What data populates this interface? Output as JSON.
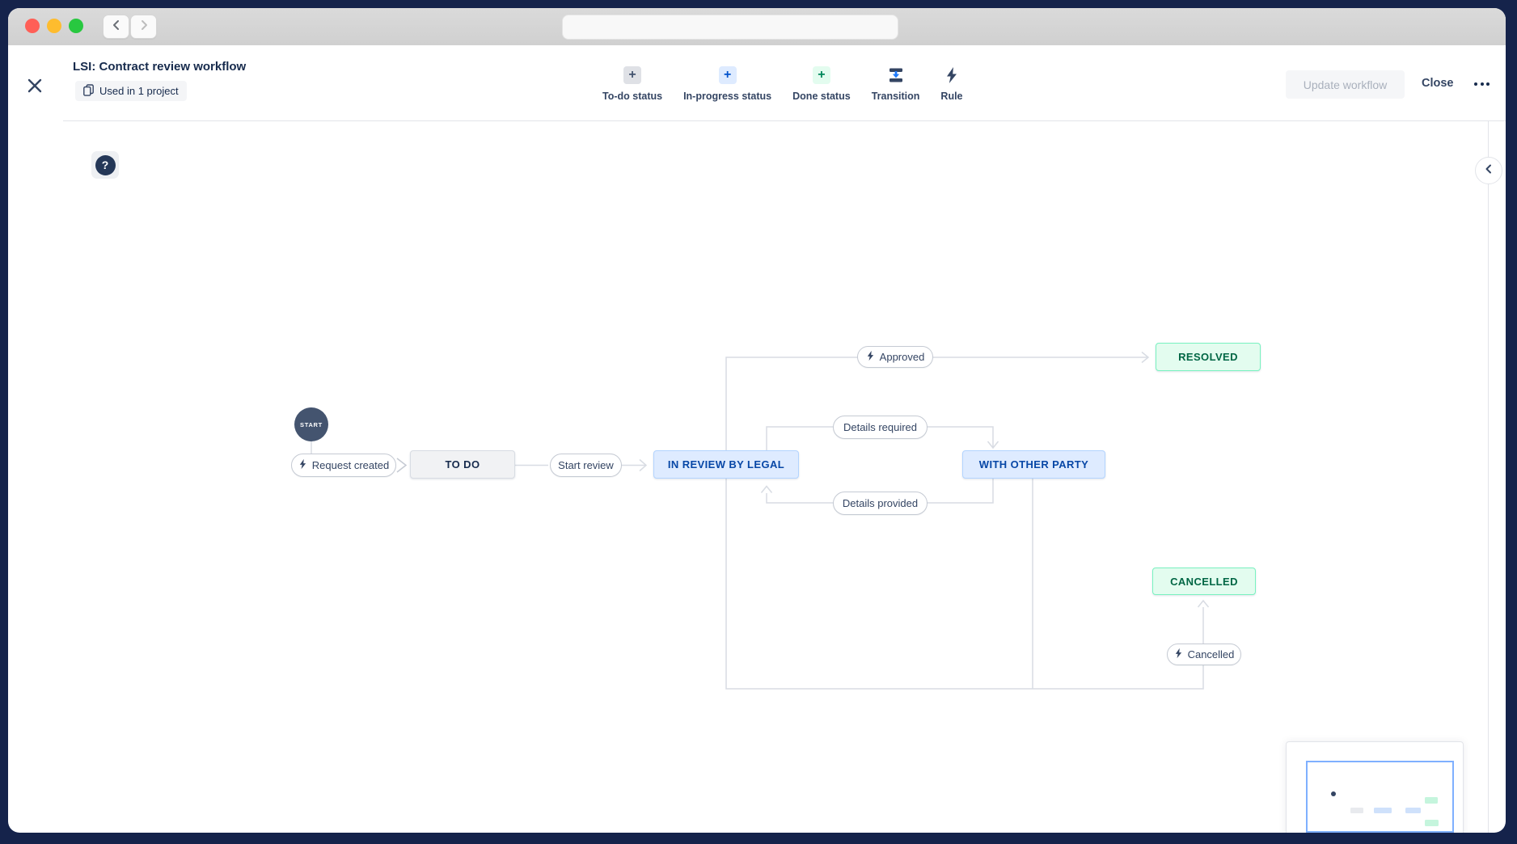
{
  "header": {
    "title": "LSI: Contract review workflow",
    "badge": "Used in 1 project",
    "update_button": "Update workflow",
    "close_button": "Close"
  },
  "toolbar": {
    "items": [
      {
        "label": "To-do status",
        "icon": "plus-icon-gray"
      },
      {
        "label": "In-progress status",
        "icon": "plus-icon-blue"
      },
      {
        "label": "Done status",
        "icon": "plus-icon-green"
      },
      {
        "label": "Transition",
        "icon": "transition-icon"
      },
      {
        "label": "Rule",
        "icon": "lightning-icon"
      }
    ]
  },
  "diagram": {
    "start_label": "START",
    "statuses": {
      "todo": {
        "label": "TO DO",
        "category": "todo"
      },
      "in_review": {
        "label": "IN REVIEW BY LEGAL",
        "category": "in-progress"
      },
      "with_other_party": {
        "label": "WITH OTHER PARTY",
        "category": "in-progress"
      },
      "resolved": {
        "label": "RESOLVED",
        "category": "done"
      },
      "cancelled": {
        "label": "CANCELLED",
        "category": "done"
      }
    },
    "transitions": {
      "request_created": {
        "label": "Request created",
        "has_rule": true
      },
      "start_review": {
        "label": "Start review",
        "has_rule": false
      },
      "approved": {
        "label": "Approved",
        "has_rule": true
      },
      "details_required": {
        "label": "Details required",
        "has_rule": false
      },
      "details_provided": {
        "label": "Details provided",
        "has_rule": false
      },
      "cancelled": {
        "label": "Cancelled",
        "has_rule": true
      }
    }
  },
  "help": {
    "label": "?"
  },
  "colors": {
    "window_frame": "#15234b",
    "accent_blue": "#0052cc",
    "status_todo_bg": "#f1f2f4",
    "status_inprogress_bg": "#deebff",
    "status_inprogress_border": "#b3d4ff",
    "status_inprogress_text": "#0747a6",
    "status_done_bg": "#e3fcef",
    "status_done_border": "#79f2c0",
    "status_done_text": "#006644",
    "edge_gray": "#d8dce3",
    "traffic_red": "#ff5f57",
    "traffic_yellow": "#febc2e",
    "traffic_green": "#28c840"
  }
}
